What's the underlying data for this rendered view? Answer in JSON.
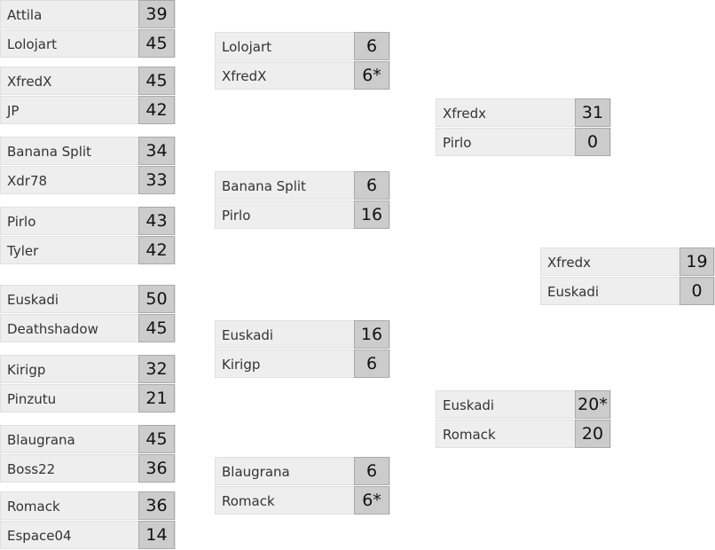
{
  "round1": [
    {
      "t1": {
        "name": "Attila",
        "score": "39"
      },
      "t2": {
        "name": "Lolojart",
        "score": "45"
      }
    },
    {
      "t1": {
        "name": "XfredX",
        "score": "45"
      },
      "t2": {
        "name": "JP",
        "score": "42"
      }
    },
    {
      "t1": {
        "name": "Banana Split",
        "score": "34"
      },
      "t2": {
        "name": "Xdr78",
        "score": "33"
      }
    },
    {
      "t1": {
        "name": "Pirlo",
        "score": "43"
      },
      "t2": {
        "name": "Tyler",
        "score": "42"
      }
    },
    {
      "t1": {
        "name": "Euskadi",
        "score": "50"
      },
      "t2": {
        "name": "Deathshadow",
        "score": "45"
      }
    },
    {
      "t1": {
        "name": "Kirigp",
        "score": "32"
      },
      "t2": {
        "name": "Pinzutu",
        "score": "21"
      }
    },
    {
      "t1": {
        "name": "Blaugrana",
        "score": "45"
      },
      "t2": {
        "name": "Boss22",
        "score": "36"
      }
    },
    {
      "t1": {
        "name": "Romack",
        "score": "36"
      },
      "t2": {
        "name": "Espace04",
        "score": "14"
      }
    }
  ],
  "round2": [
    {
      "t1": {
        "name": "Lolojart",
        "score": "6"
      },
      "t2": {
        "name": "XfredX",
        "score": "6*"
      }
    },
    {
      "t1": {
        "name": "Banana Split",
        "score": "6"
      },
      "t2": {
        "name": "Pirlo",
        "score": "16"
      }
    },
    {
      "t1": {
        "name": "Euskadi",
        "score": "16"
      },
      "t2": {
        "name": "Kirigp",
        "score": "6"
      }
    },
    {
      "t1": {
        "name": "Blaugrana",
        "score": "6"
      },
      "t2": {
        "name": "Romack",
        "score": "6*"
      }
    }
  ],
  "semifinals": [
    {
      "t1": {
        "name": "Xfredx",
        "score": "31"
      },
      "t2": {
        "name": "Pirlo",
        "score": "0"
      }
    },
    {
      "t1": {
        "name": "Euskadi",
        "score": "20*"
      },
      "t2": {
        "name": "Romack",
        "score": "20"
      }
    }
  ],
  "final": {
    "t1": {
      "name": "Xfredx",
      "score": "19"
    },
    "t2": {
      "name": "Euskadi",
      "score": "0"
    }
  }
}
